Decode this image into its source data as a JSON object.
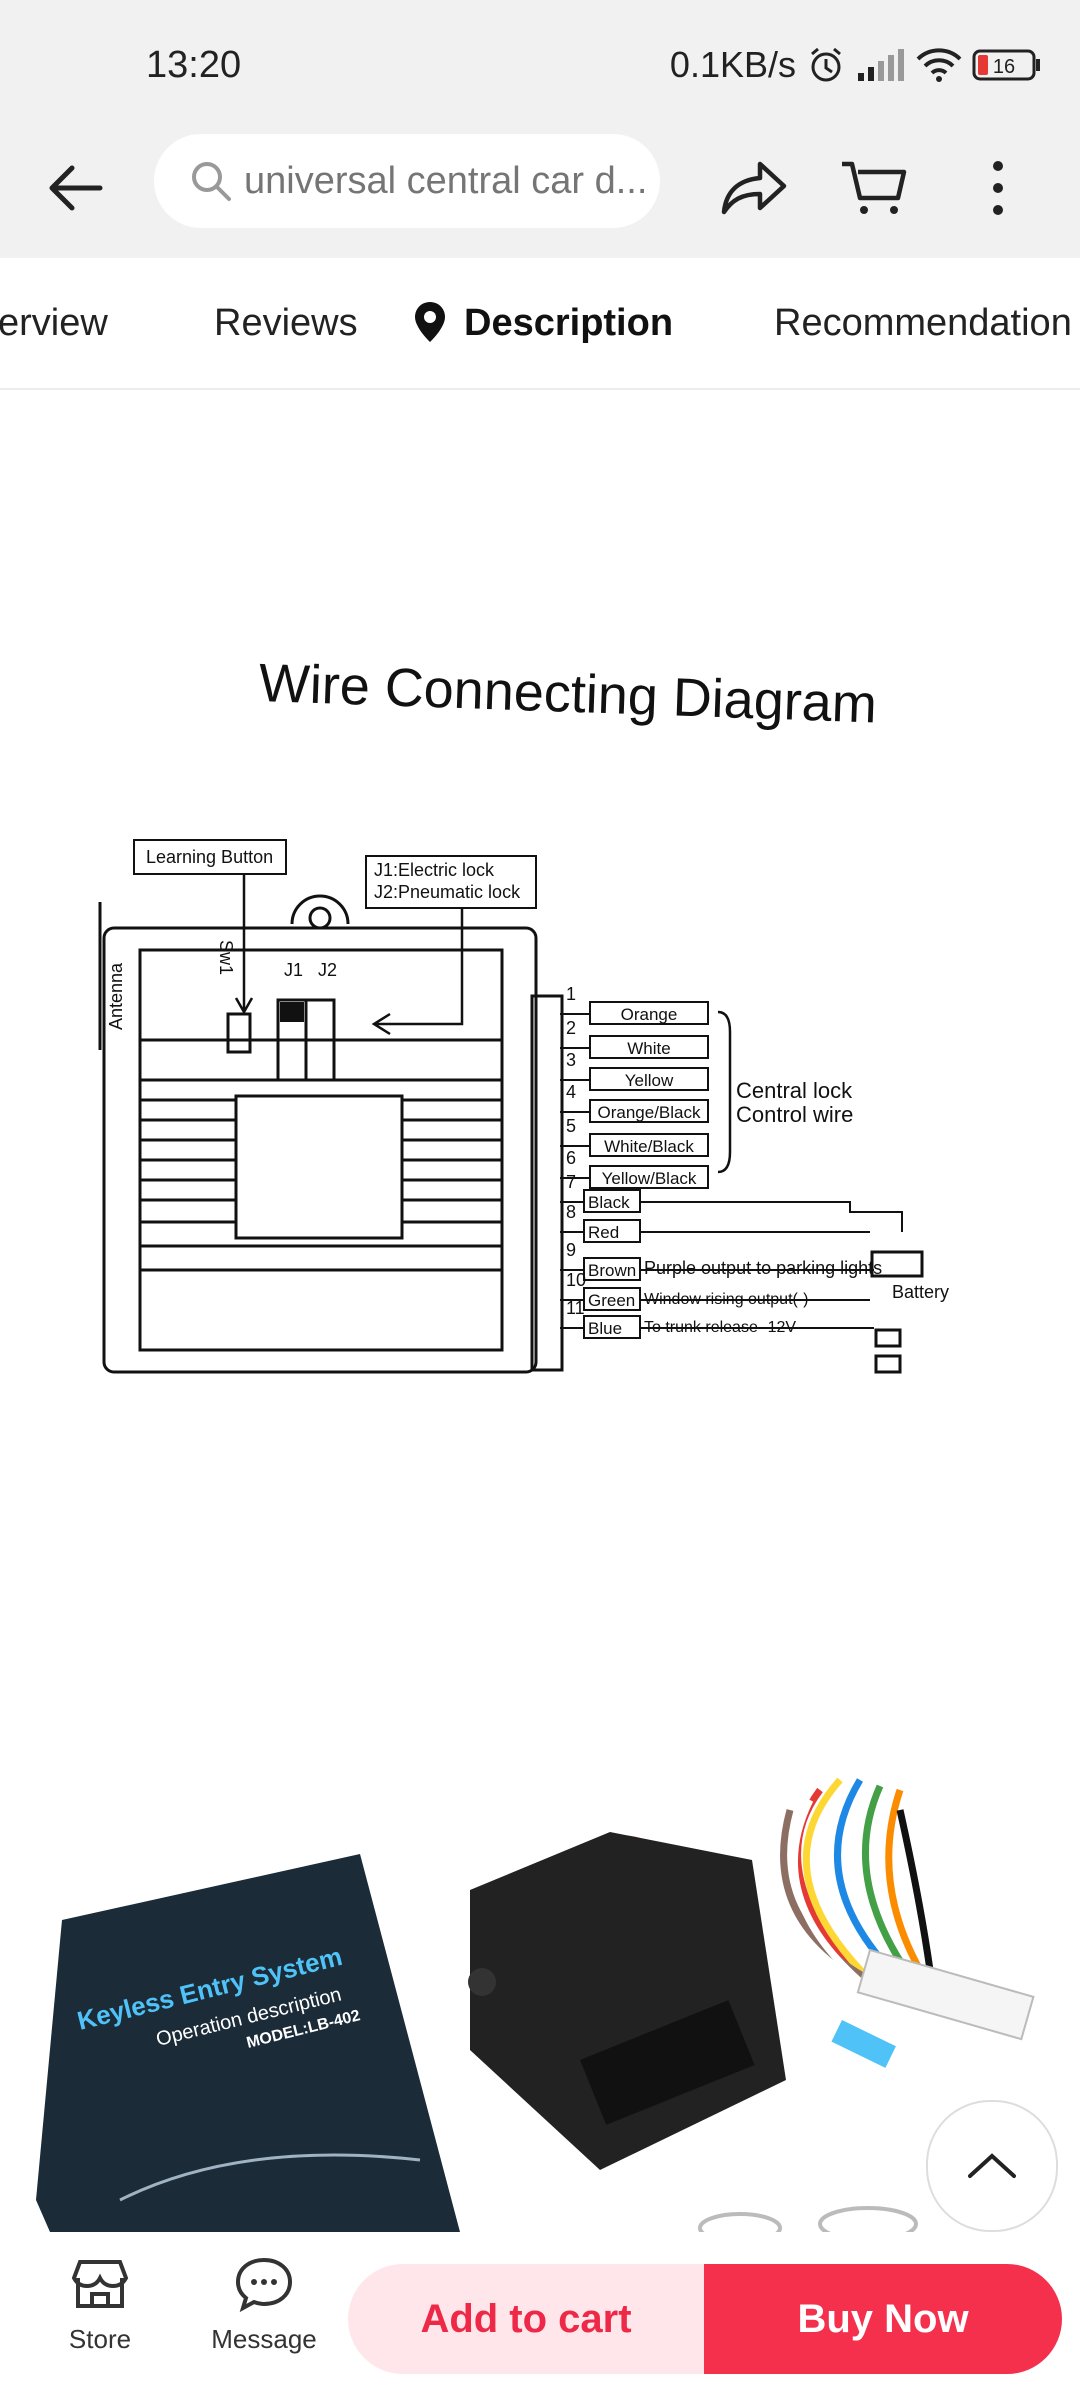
{
  "status": {
    "time": "13:20",
    "network_speed": "0.1KB/s",
    "battery": "16"
  },
  "header": {
    "search_placeholder": "universal central car d..."
  },
  "tabs": [
    {
      "label": "erview"
    },
    {
      "label": "Reviews"
    },
    {
      "label": "Description",
      "active": true
    },
    {
      "label": "Recommendation"
    }
  ],
  "diagram": {
    "title": "Wire Connecting Diagram",
    "learning_button": "Learning Button",
    "lock_j1": "J1:Electric lock",
    "lock_j2": "J2:Pneumatic lock",
    "antenna": "Antenna",
    "sw1": "Sw1",
    "j1": "J1",
    "j2": "J2",
    "central_lock_1": "Central lock",
    "central_lock_2": "Control wire",
    "battery": "Battery",
    "wires": [
      {
        "num": "1",
        "color": "Orange"
      },
      {
        "num": "2",
        "color": "White"
      },
      {
        "num": "3",
        "color": "Yellow"
      },
      {
        "num": "4",
        "color": "Orange/Black"
      },
      {
        "num": "5",
        "color": "White/Black"
      },
      {
        "num": "6",
        "color": "Yellow/Black"
      },
      {
        "num": "7",
        "color": "Black"
      },
      {
        "num": "8",
        "color": "Red"
      },
      {
        "num": "9",
        "color": "Brown",
        "note": "Purple output to parking lights"
      },
      {
        "num": "10",
        "color": "Green",
        "note": "Window rising output(-)"
      },
      {
        "num": "11",
        "color": "Blue",
        "note": "To trunk release -12V"
      }
    ]
  },
  "product_photo": {
    "manual_line1": "Keyless Entry System",
    "manual_line2": "Operation description",
    "manual_line3": "MODEL:LB-402"
  },
  "bottom": {
    "store": "Store",
    "message": "Message",
    "add_to_cart": "Add to cart",
    "buy_now": "Buy Now"
  },
  "colors": {
    "accent": "#f5304d",
    "accent_light": "#ffe6ea"
  }
}
